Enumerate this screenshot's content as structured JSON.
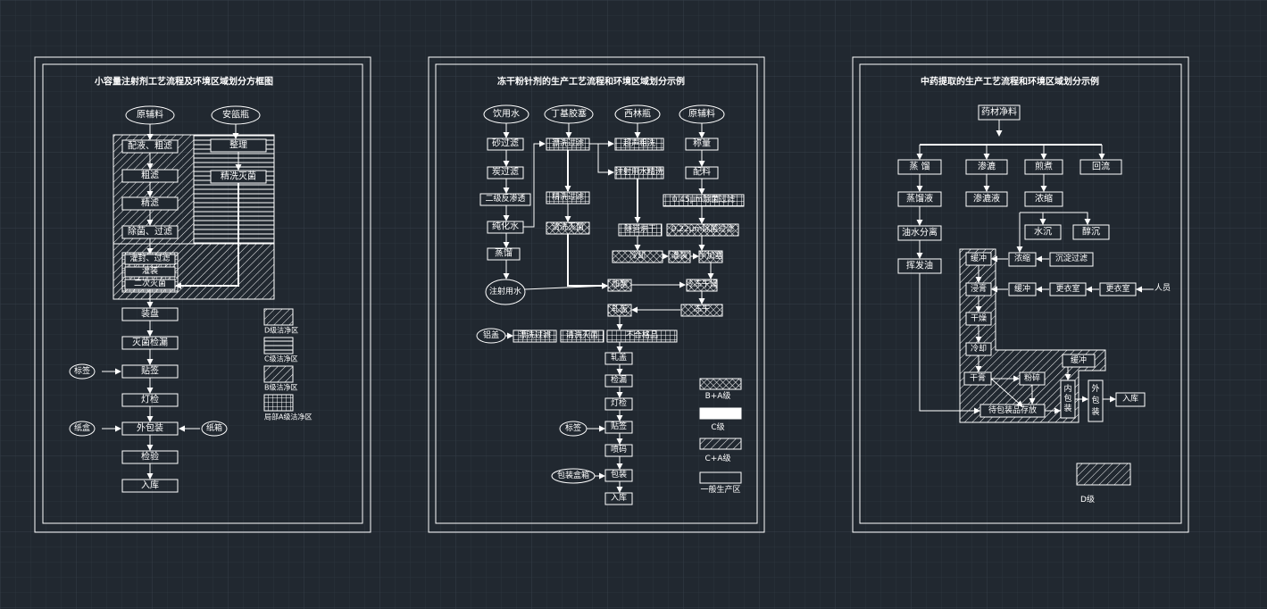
{
  "sheet1": {
    "title": "小容量注射剂工艺流程及环境区域划分方框图",
    "raw": "原辅料",
    "ampoule": "安瓿瓶",
    "s1": "配液、粗滤",
    "s2": "粗滤",
    "s3": "精滤",
    "s4": "除菌、过滤",
    "a1": "整理",
    "a2": "精洗灭菌",
    "s5": "灌封、过滤",
    "s6": "灌装",
    "s7": "二次灭菌",
    "s8": "装盘",
    "s9": "灭菌检漏",
    "s10": "贴签",
    "s11": "灯检",
    "s12": "外包装",
    "s13": "检验",
    "s14": "入库",
    "label": "标签",
    "box": "纸盒",
    "carton": "纸箱",
    "legend": [
      "D级洁净区",
      "C级洁净区",
      "B级洁净区",
      "局部A级洁净区"
    ]
  },
  "sheet2": {
    "title": "冻干粉针剂的生产工艺流程和环境区域划分示例",
    "water": "饮用水",
    "stopper": "丁基胶塞",
    "vial": "西林瓶",
    "raw": "原辅料",
    "w1": "砂过滤",
    "w2": "炭过滤",
    "w3": "二级反渗透",
    "w4": "纯化水",
    "w5": "蒸馏",
    "wfi": "注射用水",
    "p1": "漂洗过滤",
    "p2": "精洗过滤",
    "p3": "清洗灭菌",
    "v1": "超声粗洗",
    "v2": "注射用水精洗",
    "v3": "隧道烘干",
    "r1": "称量",
    "r2": "配料",
    "r3": "0.45μm除菌过滤",
    "r4": "0.22μm除菌过滤",
    "m1": "冷却",
    "m2": "灌装",
    "m3": "半加塞",
    "m4": "加塞",
    "m5": "冷冻干燥",
    "m6": "冻干",
    "m7": "轧盖",
    "cap": "铝盖",
    "c1": "漂洗过滤",
    "c2": "清洗灭菌",
    "c3": "不合格品",
    "f1": "轧盖",
    "f2": "检漏",
    "f3": "灯检",
    "f4": "贴签",
    "f5": "喷码",
    "f6": "包装",
    "f7": "入库",
    "label": "标签",
    "boxes": "包装盒箱",
    "legend": [
      "B+A级",
      "C级",
      "C+A级",
      "一般生产区"
    ]
  },
  "sheet3": {
    "title": "中药提取的生产工艺流程和环境区域划分示例",
    "herb": "药材净料",
    "b1": "蒸 馏",
    "b2": "渗漉",
    "b3": "煎煮",
    "b4": "回流",
    "c1": "蒸馏液",
    "c2": "渗漉液",
    "c3": "浓缩",
    "d1": "油水分离",
    "d2": "挥发油",
    "d3": "水沉",
    "d4": "醇沉",
    "e1": "浓缩",
    "e2": "沉淀过滤",
    "z1": "缓冲",
    "z2": "浸膏",
    "z3": "干燥",
    "z4": "冷却",
    "z5": "干膏",
    "z6": "粉碎",
    "z7": "待包装品存放",
    "buf": "缓冲",
    "ch1": "更衣室",
    "ch2": "更衣室",
    "people": "人员",
    "buf2": "缓冲",
    "inner": "内包装",
    "outer": "外包装",
    "store": "入库",
    "legend": "D级"
  }
}
